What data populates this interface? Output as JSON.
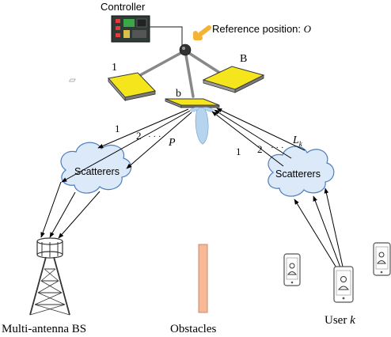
{
  "labels": {
    "controller": "Controller",
    "reference_prefix": "Reference position: ",
    "reference_symbol": "O",
    "panel_1": "1",
    "panel_b": "b",
    "panel_B": "B",
    "path_left_1": "1",
    "path_left_2": "2",
    "path_left_dots": "· · ·",
    "path_left_P": "P",
    "path_right_1": "1",
    "path_right_2": "2",
    "path_right_dots": "· · ·",
    "path_right_L": "L",
    "path_right_L_sub": "k",
    "scatterers_left": "Scatterers",
    "scatterers_right": "Scatterers",
    "bs": "Multi-antenna BS",
    "obstacles": "Obstacles",
    "user_prefix": "User ",
    "user_symbol": "k"
  },
  "colors": {
    "cloud_fill": "#dce9f8",
    "cloud_stroke": "#4a7ec0",
    "panel_yellow": "#f5e51c",
    "beam_blue": "#b7d4ef",
    "arrow_orange": "#f5b335",
    "obstacle": "#f7b896"
  }
}
